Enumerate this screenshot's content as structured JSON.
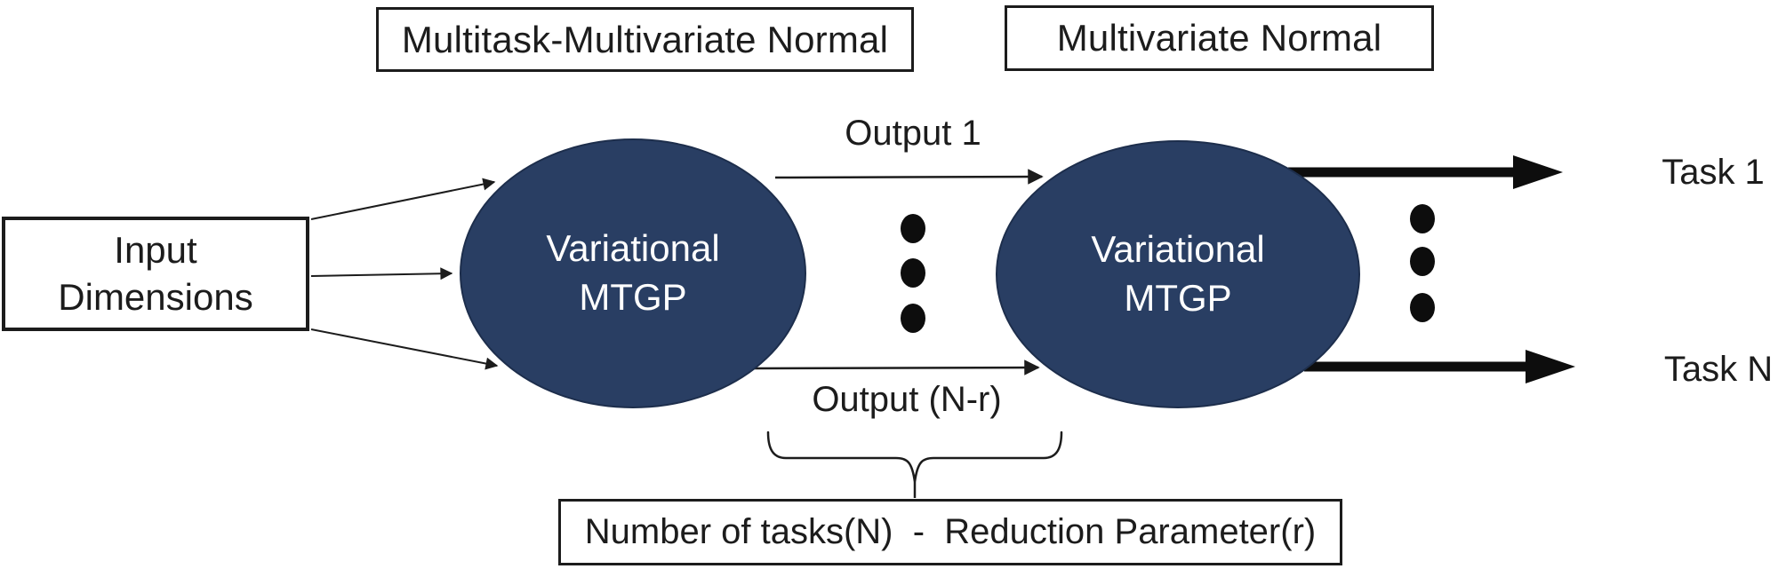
{
  "diagram": {
    "top_label_left": "Multitask-Multivariate Normal",
    "top_label_right": "Multivariate Normal",
    "input_box": {
      "line1": "Input",
      "line2": "Dimensions"
    },
    "gp_left": {
      "line1": "Variational",
      "line2": "MTGP"
    },
    "gp_right": {
      "line1": "Variational",
      "line2": "MTGP"
    },
    "output_top": "Output 1",
    "output_bottom": "Output (N-r)",
    "task_top": "Task 1",
    "task_bottom": "Task N",
    "bottom_box_label": "Number of tasks(N)  -  Reduction Parameter(r)",
    "colors": {
      "ellipse_fill": "#293e63",
      "ellipse_text": "#ffffff",
      "line": "#1c1c1c",
      "background": "#ffffff"
    }
  }
}
